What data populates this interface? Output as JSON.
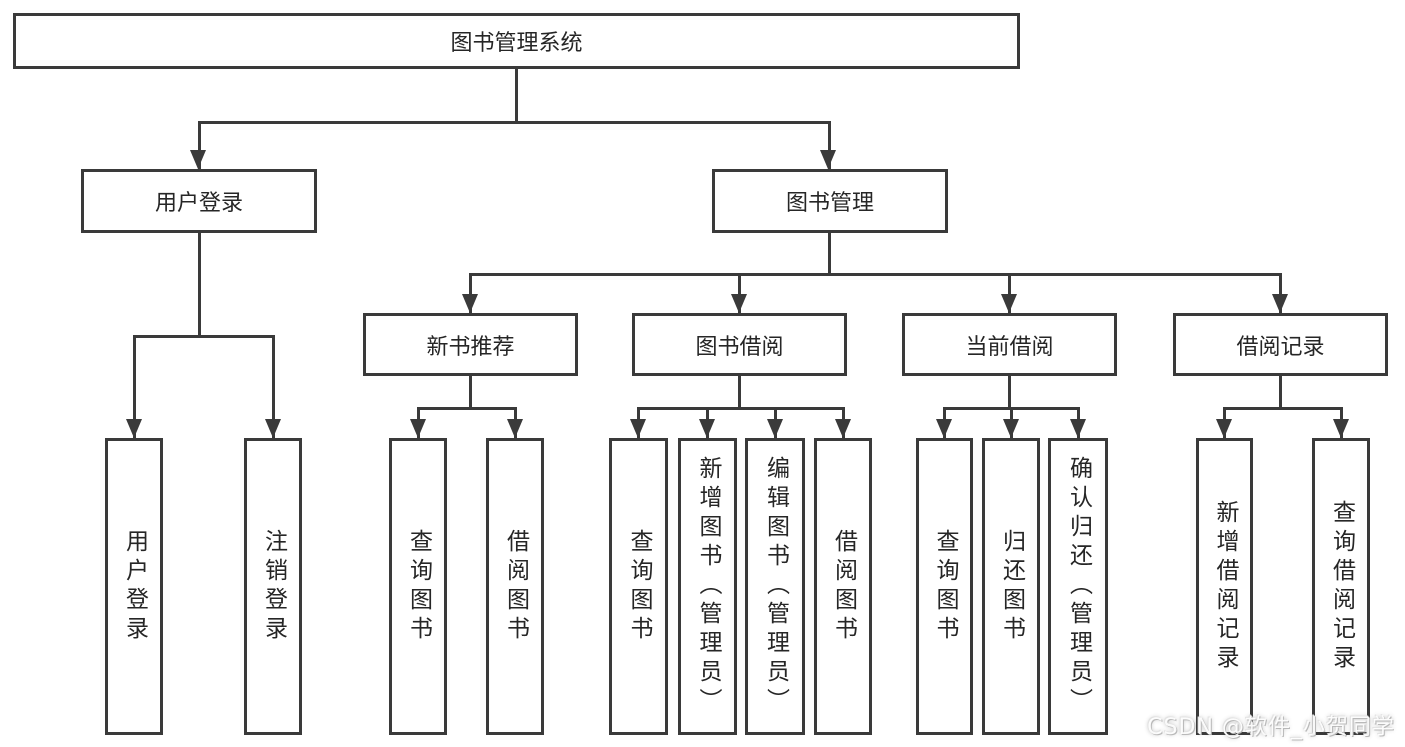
{
  "diagram": {
    "root": {
      "label": "图书管理系统"
    },
    "branches": [
      {
        "id": "user-login",
        "label": "用户登录",
        "children": [
          {
            "label": "用户登录"
          },
          {
            "label": "注销登录"
          }
        ]
      },
      {
        "id": "book-management",
        "label": "图书管理",
        "sections": [
          {
            "id": "new-book-recommend",
            "label": "新书推荐",
            "children": [
              {
                "label": "查询图书"
              },
              {
                "label": "借阅图书"
              }
            ]
          },
          {
            "id": "book-borrow",
            "label": "图书借阅",
            "children": [
              {
                "label": "查询图书"
              },
              {
                "label": "新增图书（管理员）"
              },
              {
                "label": "编辑图书（管理员）"
              },
              {
                "label": "借阅图书"
              }
            ]
          },
          {
            "id": "current-borrow",
            "label": "当前借阅",
            "children": [
              {
                "label": "查询图书"
              },
              {
                "label": "归还图书"
              },
              {
                "label": "确认归还（管理员）"
              }
            ]
          },
          {
            "id": "borrow-records",
            "label": "借阅记录",
            "children": [
              {
                "label": "新增借阅记录"
              },
              {
                "label": "查询借阅记录"
              }
            ]
          }
        ]
      }
    ]
  },
  "watermark": {
    "text": "CSDN @软件_小贺同学"
  },
  "colors": {
    "line": "#3a3a3a",
    "text": "#262626",
    "background": "#ffffff",
    "watermark": "#e8e8e8"
  }
}
